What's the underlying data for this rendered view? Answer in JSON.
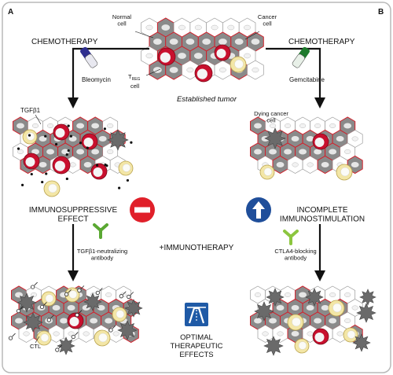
{
  "panels": {
    "a": "A",
    "b": "B"
  },
  "top": {
    "normal_cell": "Normal\ncell",
    "cancer_cell": "Cancer\ncell",
    "treg_main": "T",
    "treg_sub": "REG",
    "treg_tail": "cell",
    "caption": "Established tumor"
  },
  "left": {
    "chemo": "CHEMOTHERAPY",
    "drug": "Bleomycin",
    "tgf": "TGFβ1",
    "effect": "IMMUNOSUPPRESSIVE\nEFFECT",
    "antibody": "TGFβ1-neutralizing\nantibody",
    "ctl": "CTL"
  },
  "right": {
    "chemo": "CHEMOTHERAPY",
    "drug": "Gemcitabine",
    "dying": "Dying cancer\ncell",
    "effect": "INCOMPLETE\nIMMUNOSTIMULATION",
    "antibody": "CTLA4-blocking\nantibody"
  },
  "center": {
    "immuno": "+IMMUNOTHERAPY",
    "optimal": "OPTIMAL\nTHERAPEUTIC\nEFFECTS"
  },
  "colors": {
    "cancer": "#8a8a8a",
    "cancer_edge": "#d21f2a",
    "nucleus": "#e6e6e6",
    "treg_ring": "#c8102e",
    "yellow_cell": "#f3e6a6",
    "stop": "#e0202a",
    "up": "#1f4e9a",
    "road_sign": "#1f5aa6"
  }
}
